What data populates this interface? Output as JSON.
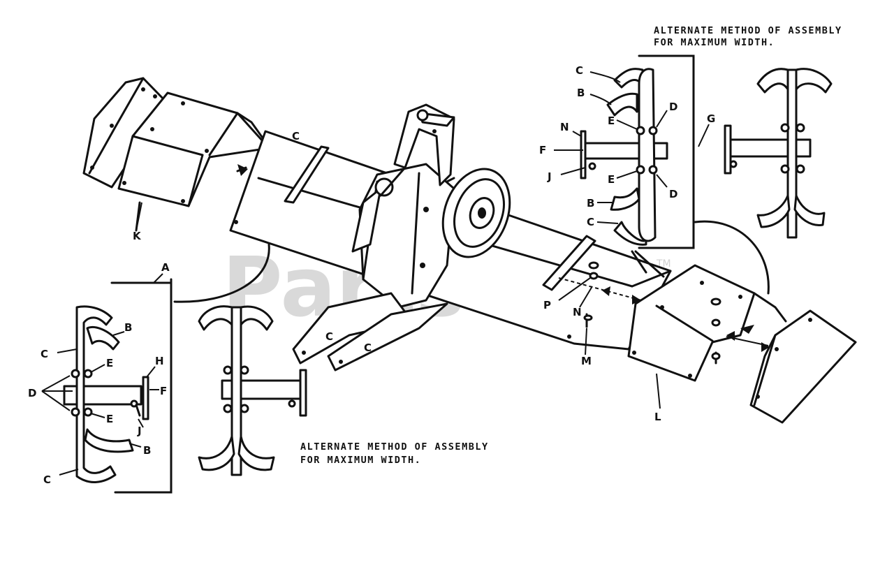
{
  "watermark": {
    "text": "PartsTree",
    "tm": "TM"
  },
  "notes": {
    "top_right": [
      "ALTERNATE METHOD OF ASSEMBLY",
      "FOR MAXIMUM WIDTH."
    ],
    "bottom_center": [
      "ALTERNATE METHOD OF ASSEMBLY",
      "FOR MAXIMUM WIDTH."
    ]
  },
  "labels": {
    "A": "A",
    "B": "B",
    "C": "C",
    "D": "D",
    "E": "E",
    "F": "F",
    "G": "G",
    "H": "H",
    "J": "J",
    "K": "K",
    "L": "L",
    "M": "M",
    "N": "N",
    "P": "P"
  },
  "hole_letter": "C"
}
